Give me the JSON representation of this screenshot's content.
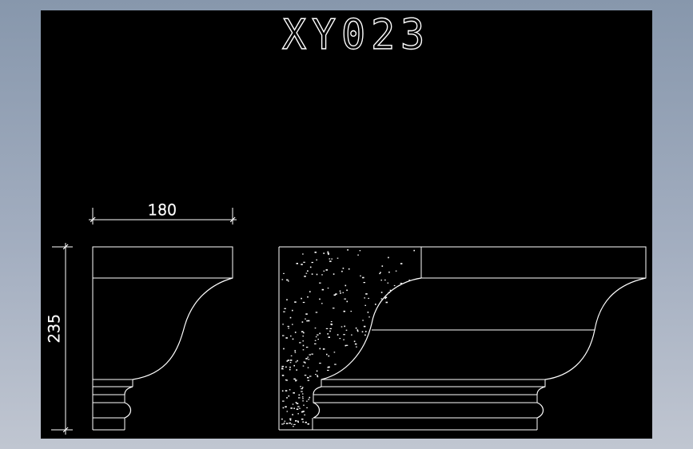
{
  "drawing": {
    "title": "XY023",
    "background_color": "#000000",
    "line_color": "#ffffff",
    "viewport_bg_top": "#8797ac",
    "viewport_bg_bottom": "#c0c6d1"
  },
  "side_view": {
    "width_dimension": "180",
    "height_dimension": "235"
  },
  "front_view": {
    "hatch_pattern": "stipple-concrete"
  }
}
